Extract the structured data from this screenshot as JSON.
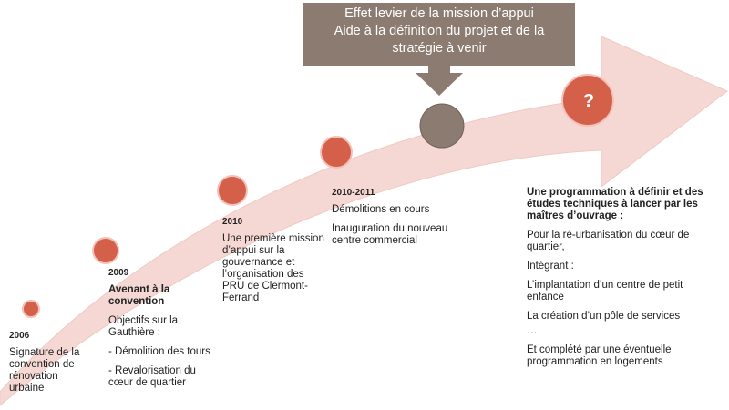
{
  "colors": {
    "arrow_fill": "#f5d8d4",
    "arrow_stroke": "#f0c8c2",
    "milestone": "#d4604a",
    "milestone_stroke": "#f2c2b8",
    "current": "#8c7b70",
    "callout": "#8c7b70",
    "text": "#222222"
  },
  "callout": {
    "lines": [
      "Effet levier de la mission d’appui",
      "Aide à la définition du projet et de la",
      "stratégie à venir"
    ]
  },
  "future_marker": {
    "label": "?"
  },
  "milestones": [
    {
      "year": "2006",
      "lines": [
        "Signature de la",
        "convention de",
        "rénovation",
        "urbaine"
      ]
    },
    {
      "year": "2009",
      "heading": "Avenant à la convention",
      "lines": [
        "Objectifs sur la Gauthière :",
        "- Démolition des tours",
        "- Revalorisation du cœur de quartier"
      ]
    },
    {
      "year": "2010",
      "lines": [
        "Une première mission d’appui sur la gouvernance et l’organisation des PRU de Clermont-Ferrand"
      ]
    },
    {
      "year": "2010-2011",
      "lines": [
        "Démolitions en cours",
        "Inauguration du nouveau centre commercial"
      ]
    }
  ],
  "future": {
    "heading": "Une programmation à définir et des études techniques à lancer par les maîtres d’ouvrage :",
    "lines": [
      "Pour la ré-urbanisation du cœur de quartier,",
      "Intégrant :",
      "L’implantation d’un centre de petit enfance",
      "La création d’un pôle de services",
      "…",
      "Et complété par une éventuelle programmation en logements"
    ]
  }
}
